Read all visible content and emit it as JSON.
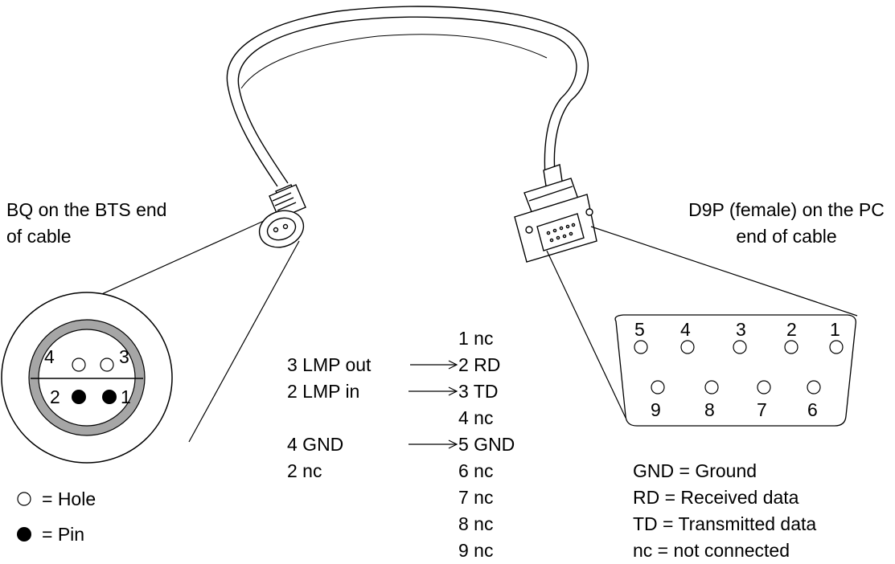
{
  "bq_label": {
    "line1": "BQ  on the BTS end",
    "line2": "of cable"
  },
  "d9p_label": {
    "line1": "D9P (female)  on the PC",
    "line2": "end of cable"
  },
  "bq_face": {
    "pins": [
      "4",
      "3",
      "2",
      "1"
    ]
  },
  "d9_face": {
    "top_row": [
      "5",
      "4",
      "3",
      "2",
      "1"
    ],
    "bottom_row": [
      "9",
      "8",
      "7",
      "6"
    ]
  },
  "wiring": {
    "left": [
      {
        "text": "3  LMP out"
      },
      {
        "text": "2  LMP in"
      },
      {
        "text": "4  GND"
      },
      {
        "text": "2  nc"
      }
    ],
    "right": [
      {
        "text": "1  nc"
      },
      {
        "text": "2  RD"
      },
      {
        "text": "3  TD"
      },
      {
        "text": "4  nc"
      },
      {
        "text": "5  GND"
      },
      {
        "text": "6  nc"
      },
      {
        "text": "7  nc"
      },
      {
        "text": "8  nc"
      },
      {
        "text": "9  nc"
      }
    ]
  },
  "symbol_legend": {
    "hole": "= Hole",
    "pin": "= Pin"
  },
  "abbreviation_legend": [
    {
      "text": "GND  = Ground"
    },
    {
      "text": "RD  = Received data"
    },
    {
      "text": "TD  = Transmitted data"
    },
    {
      "text": "nc  = not connected"
    }
  ]
}
